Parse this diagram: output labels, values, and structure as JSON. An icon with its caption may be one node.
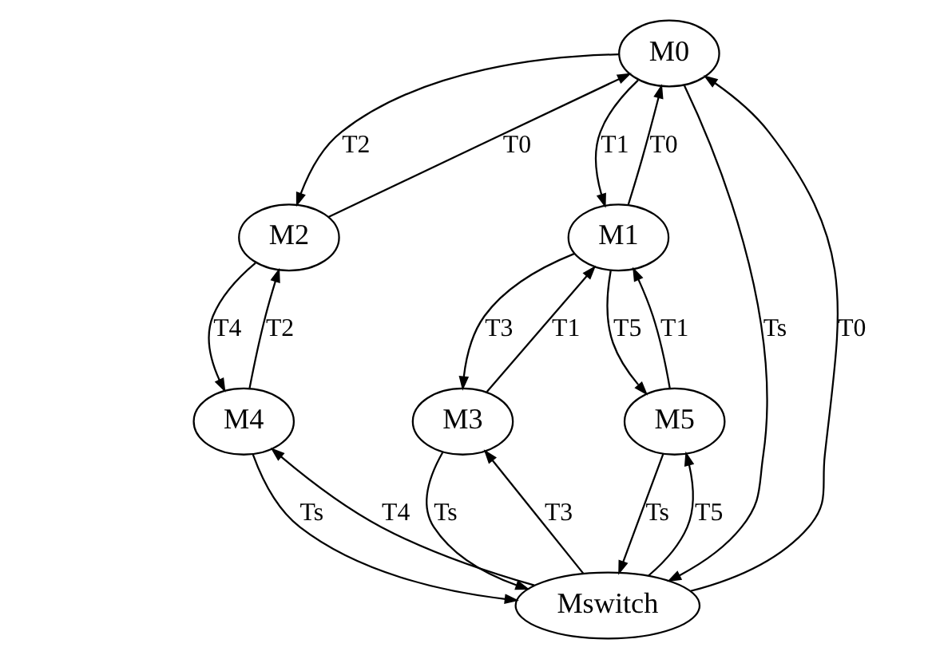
{
  "diagram": {
    "nodes": [
      {
        "text": [
          "M0"
        ]
      },
      {
        "text": [
          "M2"
        ]
      },
      {
        "text": [
          "M1"
        ]
      },
      {
        "text": [
          "M4"
        ]
      },
      {
        "text": [
          "M3"
        ]
      },
      {
        "text": [
          "M5"
        ]
      },
      {
        "text": [
          "Mswitch"
        ]
      }
    ],
    "edges": [
      {
        "from": 0,
        "to": 1,
        "arrow": "to",
        "label": "T2"
      },
      {
        "from": 1,
        "to": 0,
        "arrow": "to",
        "label": "T0"
      },
      {
        "from": 2,
        "to": 0,
        "arrow": "to",
        "label": "T0"
      },
      {
        "from": 0,
        "to": 2,
        "arrow": "to",
        "label": "T1"
      },
      {
        "from": 4,
        "to": 2,
        "arrow": "to",
        "label": "T1"
      },
      {
        "from": 2,
        "to": 4,
        "arrow": "to",
        "label": "T3"
      },
      {
        "from": 2,
        "to": 5,
        "arrow": "to",
        "label": "T5"
      },
      {
        "from": 5,
        "to": 2,
        "arrow": "to",
        "label": "T1"
      },
      {
        "from": 3,
        "to": 1,
        "arrow": "to",
        "label": "T2"
      },
      {
        "from": 1,
        "to": 3,
        "arrow": "to",
        "label": "T4"
      },
      {
        "from": 0,
        "to": 6,
        "arrow": "to",
        "label": "Ts"
      },
      {
        "from": 6,
        "to": 3,
        "arrow": "to",
        "label": "T4"
      },
      {
        "from": 3,
        "to": 6,
        "arrow": "to",
        "label": "Ts"
      },
      {
        "from": 4,
        "to": 6,
        "arrow": "to",
        "label": "Ts"
      },
      {
        "from": 6,
        "to": 4,
        "arrow": "to",
        "label": "T3"
      },
      {
        "from": 5,
        "to": 6,
        "arrow": "to",
        "label": "Ts"
      },
      {
        "from": 6,
        "to": 5,
        "arrow": "to",
        "label": "T5"
      },
      {
        "from": 6,
        "to": 0,
        "arrow": "to",
        "label": "T0"
      }
    ]
  }
}
